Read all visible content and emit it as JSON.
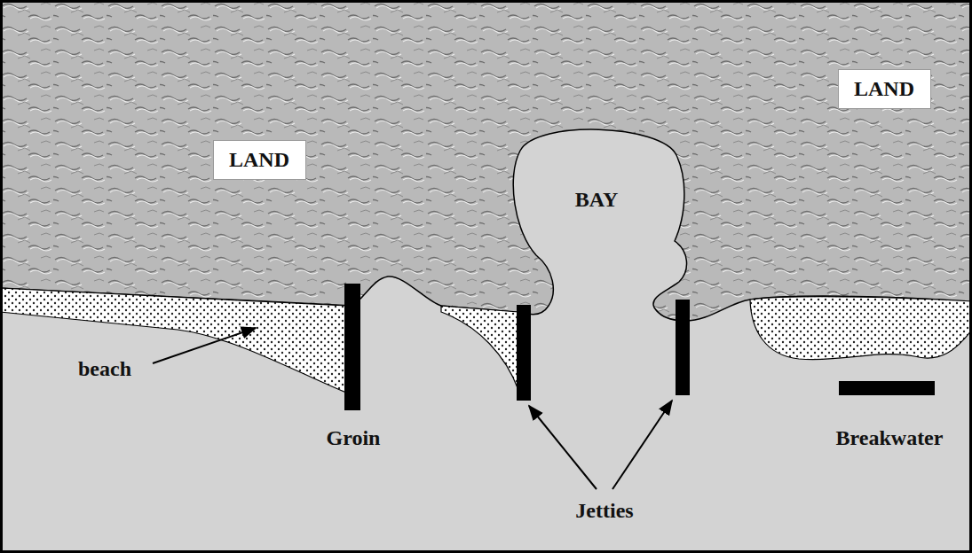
{
  "diagram": {
    "nodes": [
      {
        "text": [
          "LAND"
        ]
      },
      {
        "text": [
          "LAND"
        ]
      }
    ],
    "labels": [
      "BAY",
      "beach",
      "Groin",
      "Jetties",
      "Breakwater"
    ]
  }
}
